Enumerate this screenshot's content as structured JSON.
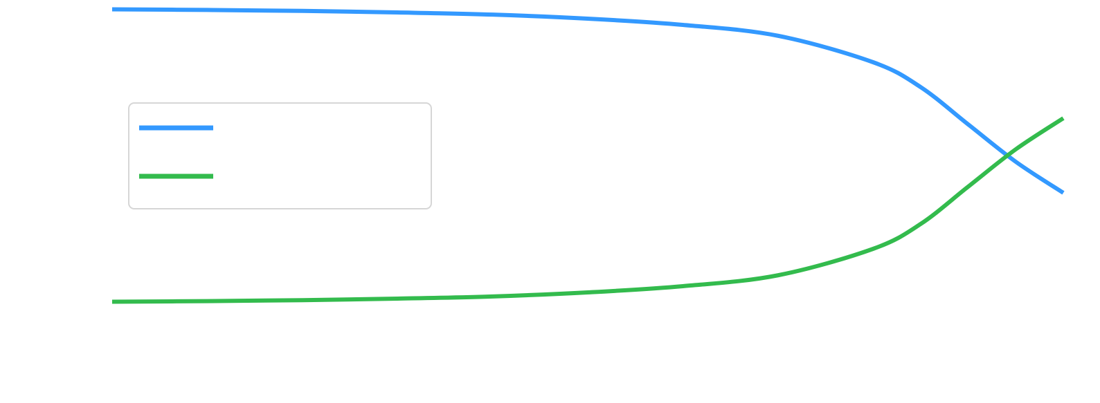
{
  "chart_data": {
    "type": "line",
    "title": "",
    "xlabel": "",
    "ylabel": "",
    "x": [
      0,
      0.1,
      0.2,
      0.3,
      0.4,
      0.5,
      0.6,
      0.7,
      0.8,
      0.85,
      0.9,
      0.95,
      1.0
    ],
    "series": [
      {
        "name": "",
        "color": "#3399ff",
        "values": [
          0.97,
          0.968,
          0.965,
          0.96,
          0.953,
          0.94,
          0.92,
          0.885,
          0.8,
          0.72,
          0.6,
          0.48,
          0.38
        ]
      },
      {
        "name": "",
        "color": "#33bb4d",
        "values": [
          0.03,
          0.032,
          0.035,
          0.04,
          0.047,
          0.06,
          0.08,
          0.115,
          0.2,
          0.28,
          0.4,
          0.52,
          0.62
        ]
      }
    ],
    "xlim": [
      0,
      1
    ],
    "ylim": [
      0,
      1
    ],
    "grid": false,
    "legend_position": "upper-left"
  }
}
